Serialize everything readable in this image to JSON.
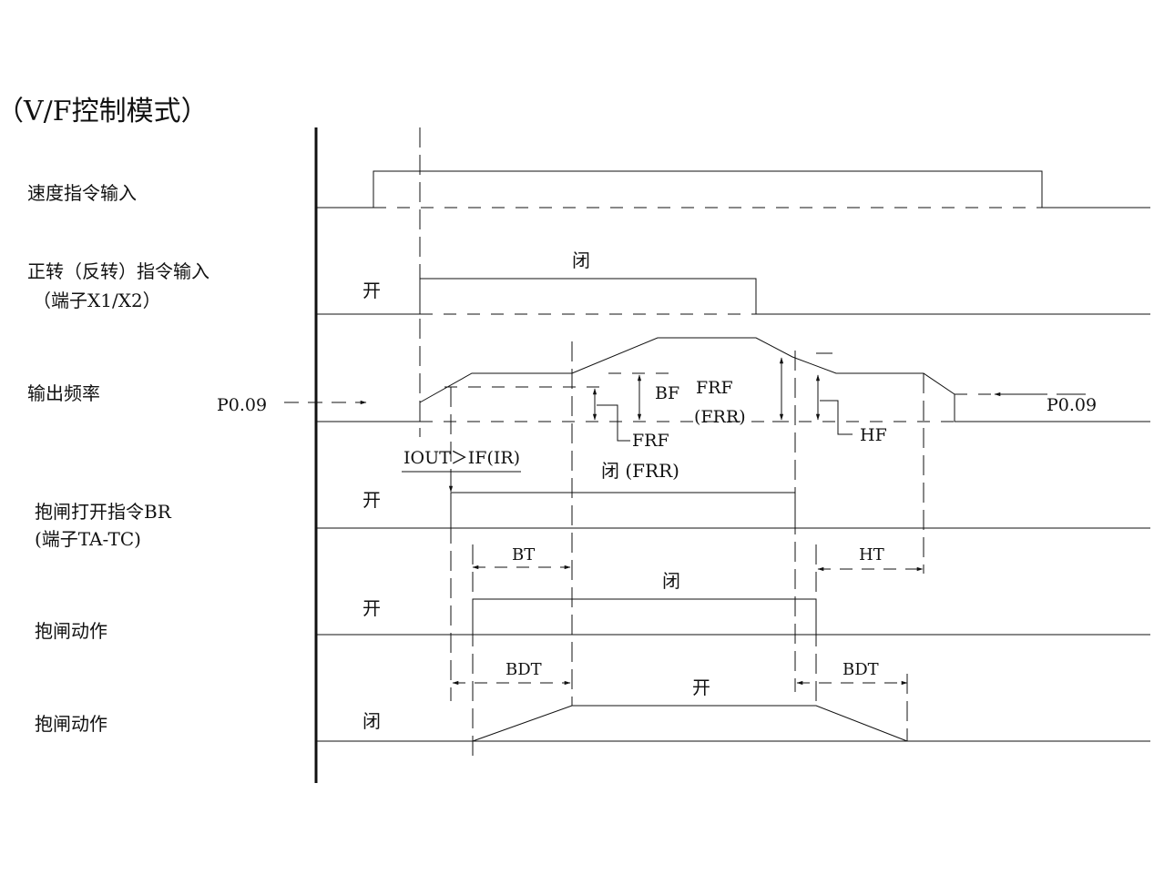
{
  "title": "（V/F控制模式）",
  "rows": {
    "speed_cmd": "速度指令输入",
    "direction_cmd_1": "正转（反转）指令输入",
    "direction_cmd_2": "（端子X1/X2）",
    "output_freq": "输出频率",
    "brake_open_cmd_1": "抱闸打开指令BR",
    "brake_open_cmd_2": "(端子TA-TC)",
    "brake_action_1": "抱闸动作",
    "brake_action_2": "抱闸动作"
  },
  "states": {
    "open": "开",
    "closed": "闭",
    "closed_frr": "闭 (FRR)"
  },
  "params": {
    "p009": "P0.09",
    "bf": "BF",
    "frf": "FRF",
    "frr": "(FRR)",
    "hf": "HF",
    "iout": "IOUT＞IF(IR)",
    "bt": "BT",
    "ht": "HT",
    "bdt": "BDT"
  }
}
